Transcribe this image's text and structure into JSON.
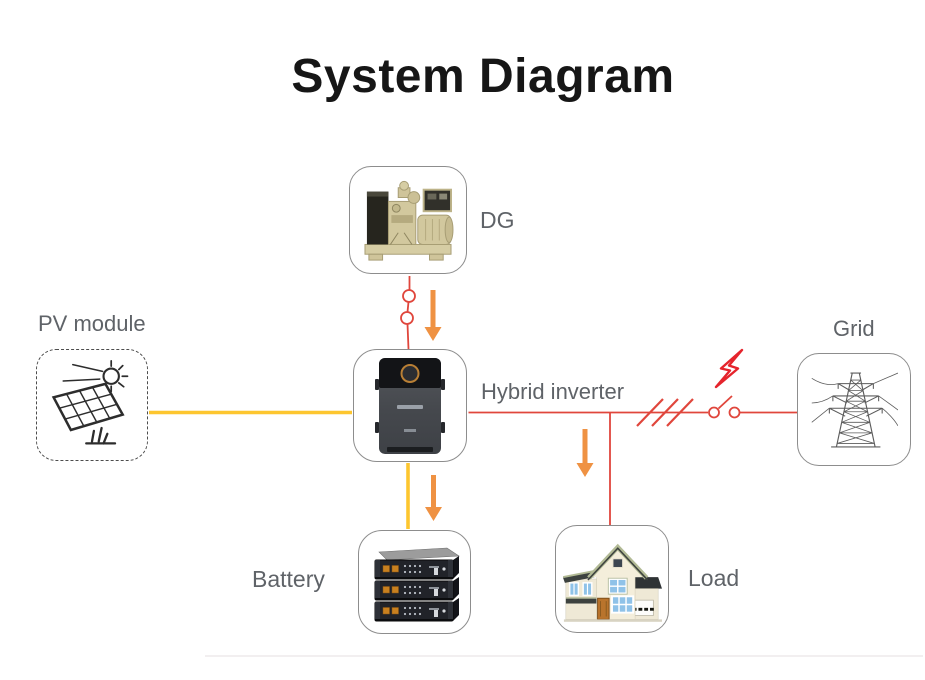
{
  "title": "System Diagram",
  "nodes": {
    "dg": {
      "label": "DG",
      "icon": "diesel-generator-image"
    },
    "pv": {
      "label": "PV module",
      "icon": "solar-panel-icon"
    },
    "inverter": {
      "label": "Hybrid inverter",
      "icon": "hybrid-inverter-image"
    },
    "grid": {
      "label": "Grid",
      "icon": "transmission-tower-icon"
    },
    "battery": {
      "label": "Battery",
      "icon": "battery-rack-icon"
    },
    "load": {
      "label": "Load",
      "icon": "house-icon"
    }
  },
  "colors": {
    "line_red": "#E0463C",
    "bolt_red": "#E5242C",
    "line_yellow": "#FDC62F",
    "arrow_orange": "#EF9243",
    "label_gray": "#5F6368",
    "border_gray": "#8D8D8D",
    "title_black": "#161616"
  },
  "connections": [
    {
      "from": "DG",
      "to": "Hybrid inverter",
      "style": "red",
      "symbols": [
        "disconnect-switch",
        "down-arrow"
      ]
    },
    {
      "from": "PV module",
      "to": "Hybrid inverter",
      "style": "yellow",
      "symbols": []
    },
    {
      "from": "Hybrid inverter",
      "to": "Battery",
      "style": "yellow",
      "symbols": [
        "down-arrow"
      ]
    },
    {
      "from": "Hybrid inverter",
      "to": "Grid",
      "style": "red",
      "symbols": [
        "three-phase-marks",
        "disconnect-switch",
        "surge-lightning"
      ]
    },
    {
      "from": "Hybrid inverter",
      "to": "Load",
      "style": "red",
      "symbols": [
        "down-arrow"
      ]
    }
  ]
}
